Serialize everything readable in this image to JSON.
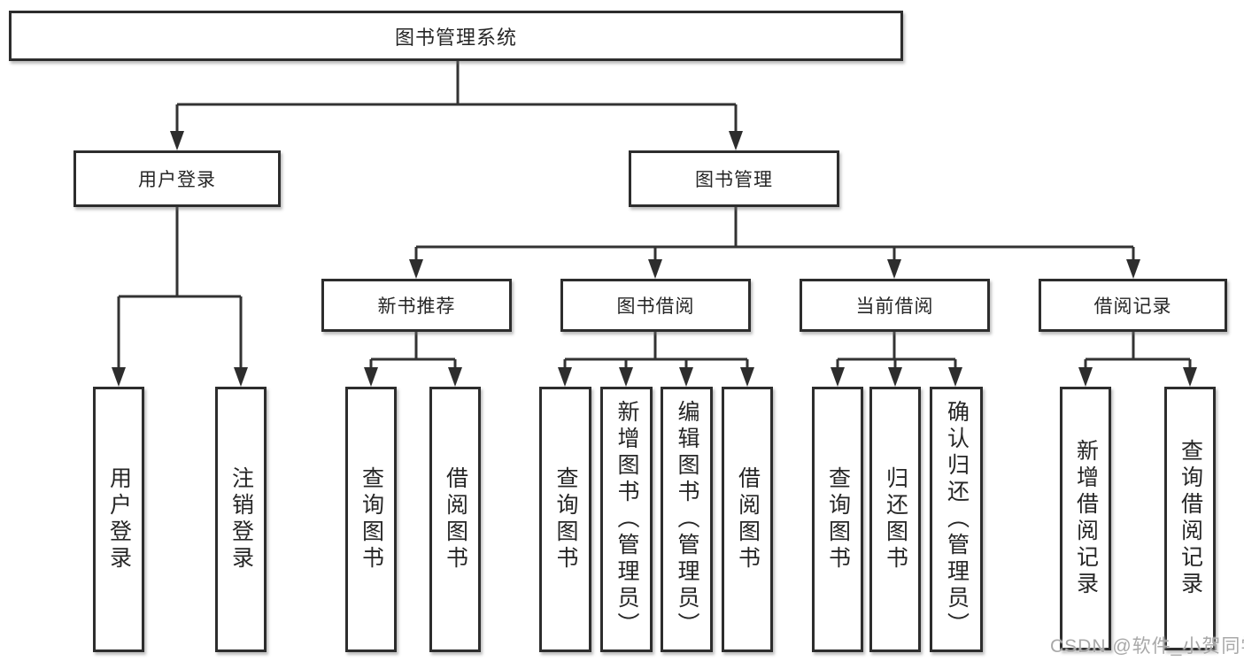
{
  "tree": {
    "label": "图书管理系统",
    "children": [
      {
        "label": "用户登录",
        "children": [
          {
            "label": "用户登录"
          },
          {
            "label": "注销登录"
          }
        ]
      },
      {
        "label": "图书管理",
        "children": [
          {
            "label": "新书推荐",
            "children": [
              {
                "label": "查询图书"
              },
              {
                "label": "借阅图书"
              }
            ]
          },
          {
            "label": "图书借阅",
            "children": [
              {
                "label": "查询图书"
              },
              {
                "label": "新增图书（管理员）"
              },
              {
                "label": "编辑图书（管理员）"
              },
              {
                "label": "借阅图书"
              }
            ]
          },
          {
            "label": "当前借阅",
            "children": [
              {
                "label": "查询图书"
              },
              {
                "label": "归还图书"
              },
              {
                "label": "确认归还（管理员）"
              }
            ]
          },
          {
            "label": "借阅记录",
            "children": [
              {
                "label": "新增借阅记录"
              },
              {
                "label": "查询借阅记录"
              }
            ]
          }
        ]
      }
    ]
  },
  "watermark": {
    "text": "CSDN @软件_小贺同学"
  },
  "colors": {
    "background": "#ffffff",
    "line": "#333333",
    "box_border": "#2d2d2d",
    "text": "#262626",
    "watermark": "#a8a8a8"
  }
}
